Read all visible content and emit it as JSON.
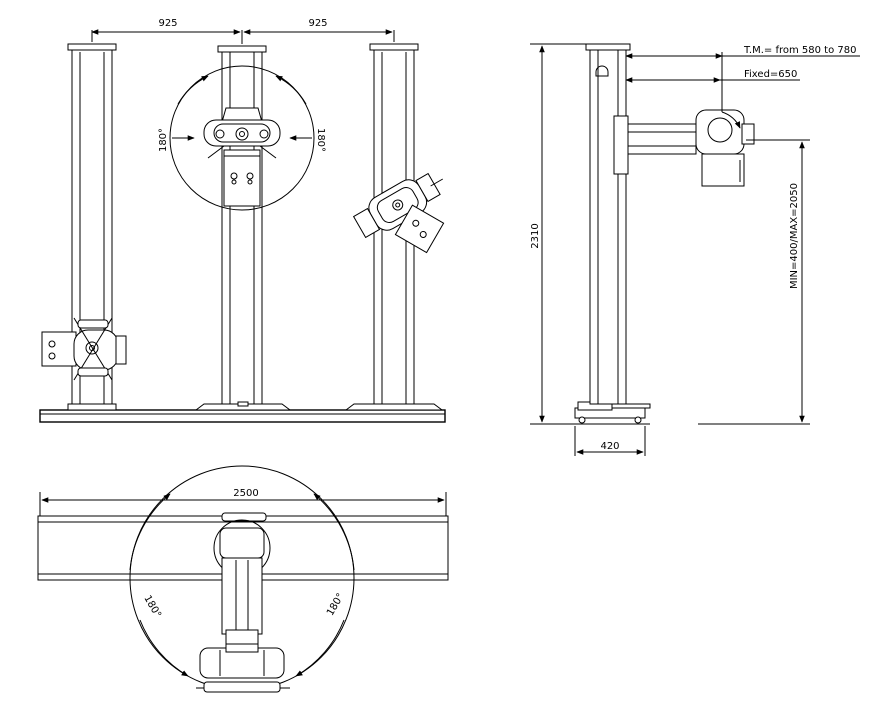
{
  "dimensions": {
    "spacing_left": "925",
    "spacing_right": "925",
    "rotation_left": "180°",
    "rotation_right": "180°",
    "tm_range": "T.M.= from 580 to 780",
    "fixed": "Fixed=650",
    "height_total": "2310",
    "height_range": "MIN=400/MAX=2050",
    "base_width": "420",
    "track_length": "2500",
    "top_rotation_left": "180°",
    "top_rotation_right": "180°"
  },
  "icons": {
    "tube": "xray-tube-icon",
    "collimator": "collimator-icon",
    "column": "column-icon"
  }
}
